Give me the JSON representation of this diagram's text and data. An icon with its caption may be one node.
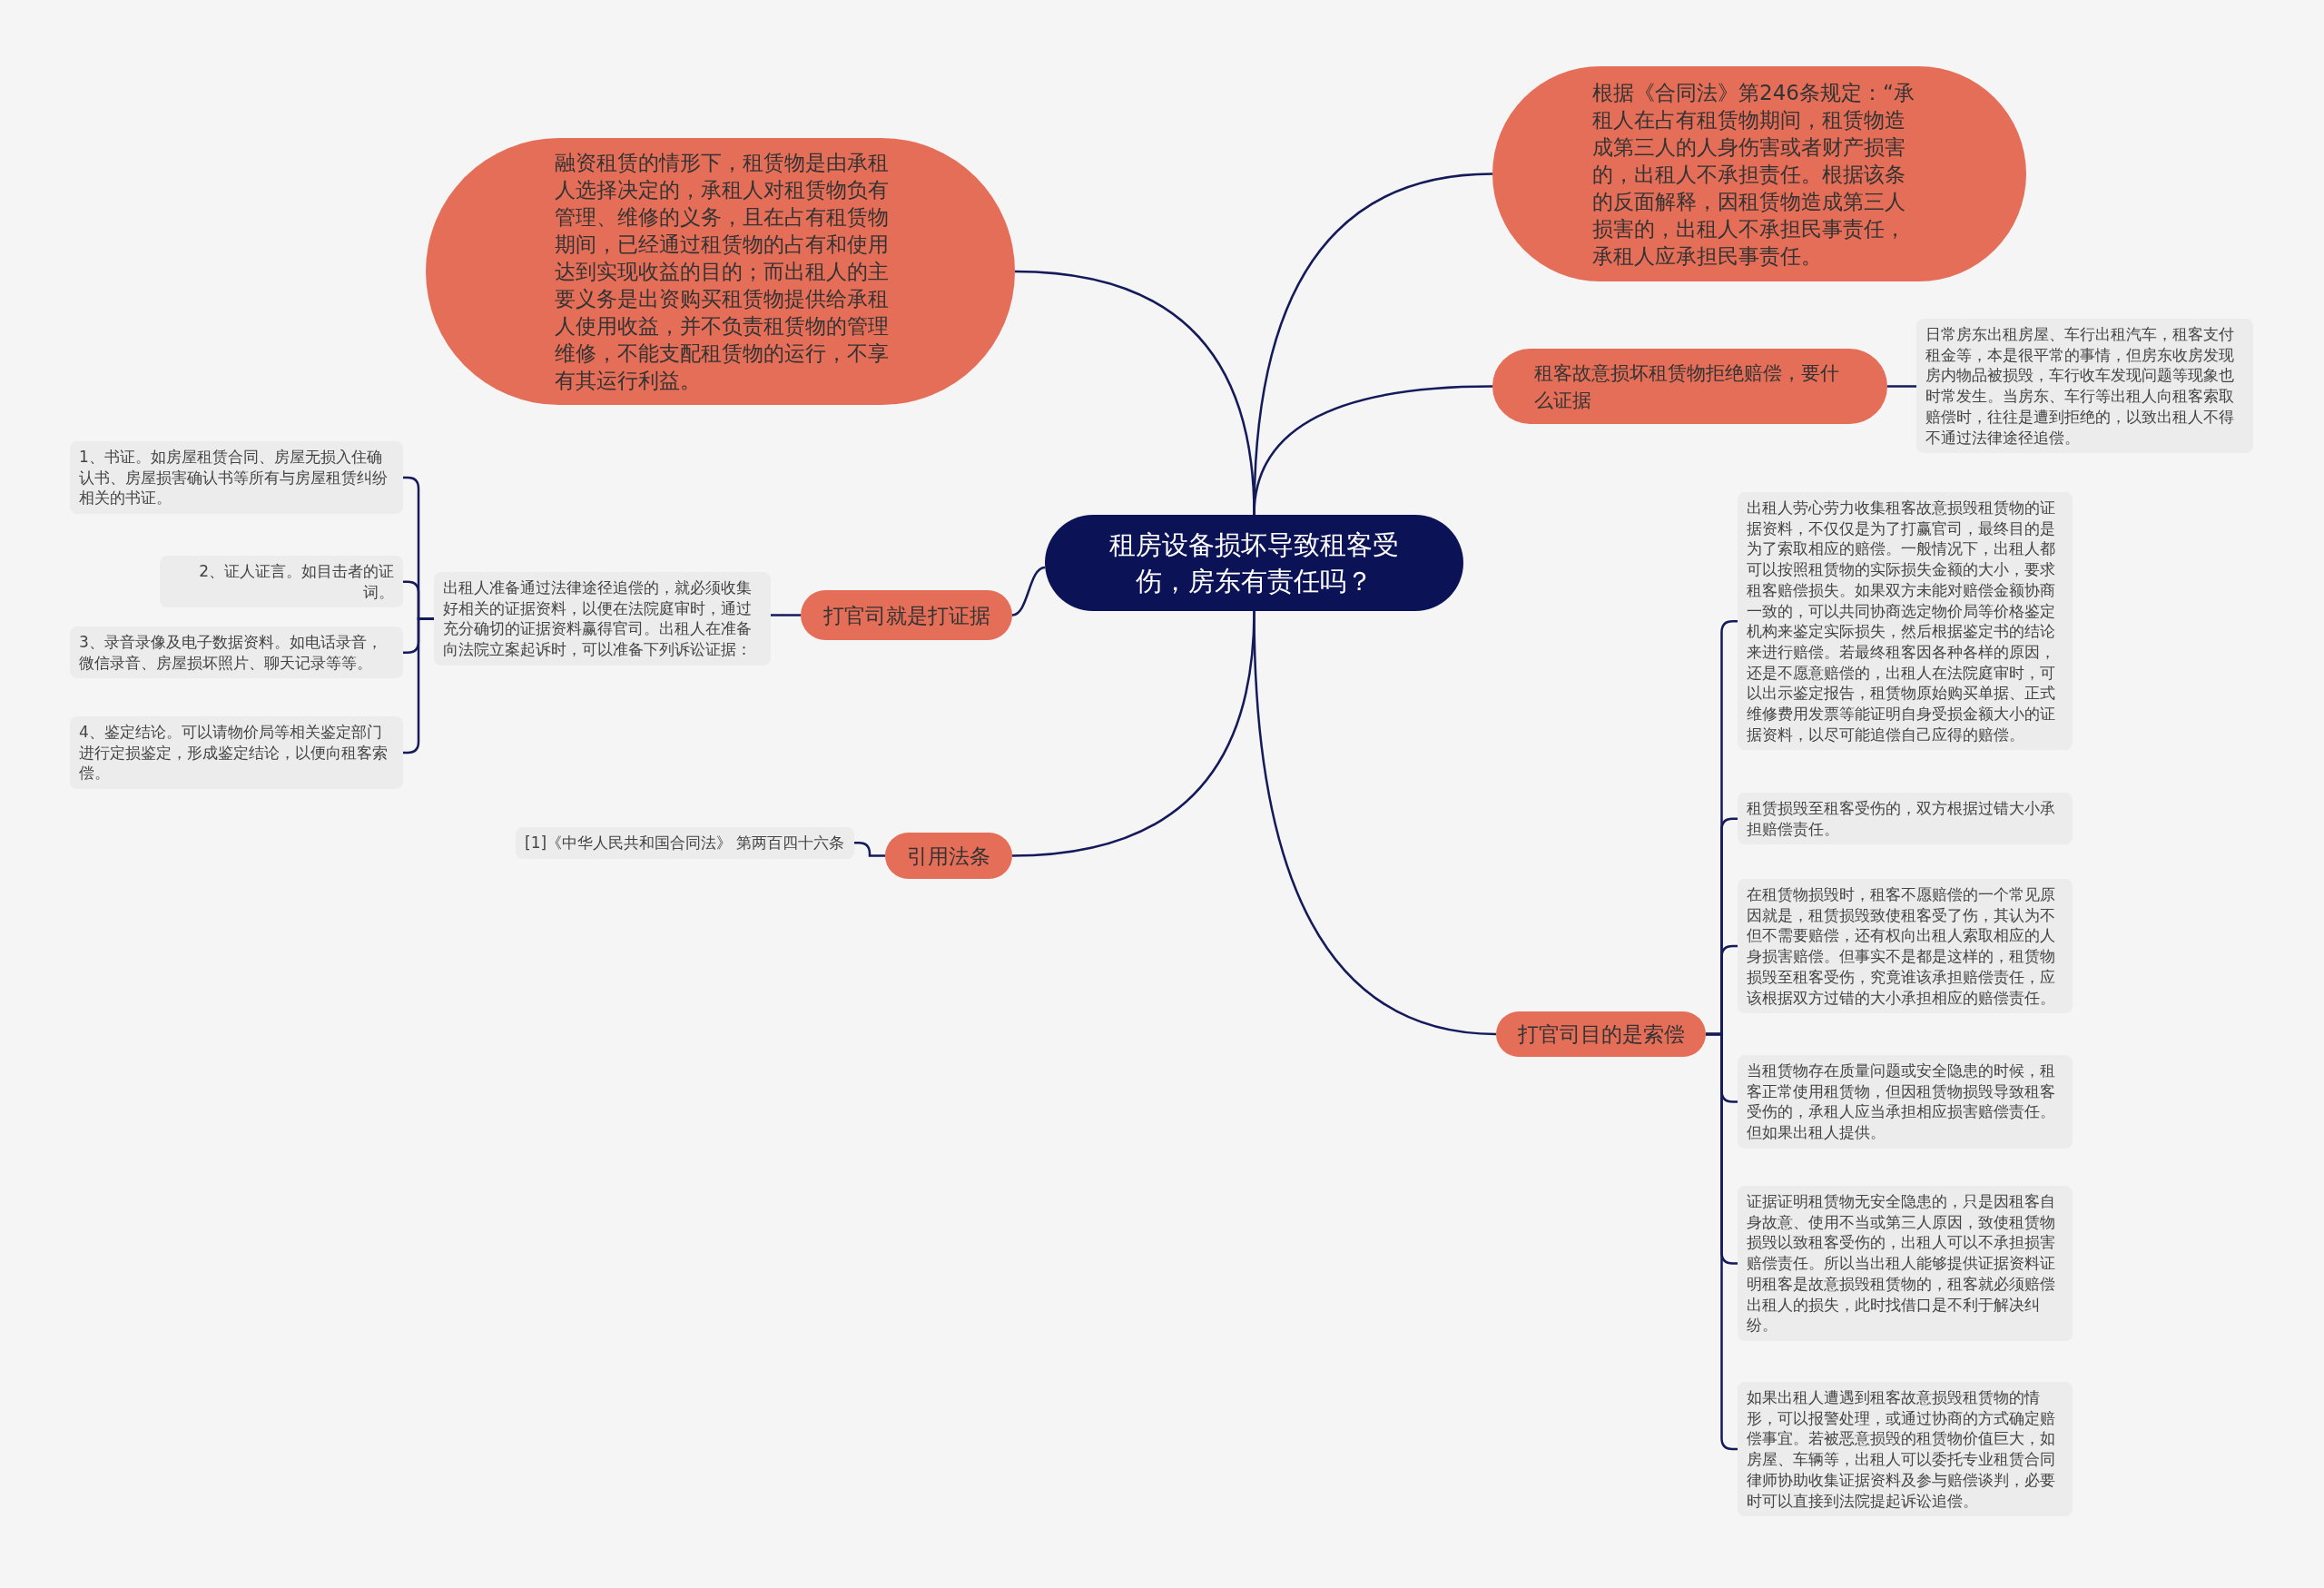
{
  "diagram": {
    "nodes": [
      {
        "text": [
          "租房设备损坏导致租客受伤，房东有责任吗？"
        ]
      },
      {
        "text": [
          "融资租赁的情形下，租赁物是由承租人选择决定的，承租人对租赁物负有管理、维修的义务，且在占有租赁物期间，已经通过租赁物的占有和使用达到实现收益的目的；而出租人的主要义务是出资购买租赁物提供给承租人使用收益，并不负责租赁物的管理维修，不能支配租赁物的运行，不享有其运行利益。"
        ]
      },
      {
        "text": [
          "根据《合同法》第246条规定：“承租人在占有租赁物期间，租赁物造成第三人的人身伤害或者财产损害的，出租人不承担责任。根据该条的反面解释，因租赁物造成第三人损害的，出租人不承担民事责任，承租人应承担民事责任。"
        ]
      },
      {
        "text": [
          "租客故意损坏租赁物拒绝赔偿，要什么证据"
        ]
      },
      {
        "text": [
          "日常房东出租房屋、车行出租汽车，租客支付租金等，本是很平常的事情，但房东收房发现房内物品被损毁，车行收车发现问题等现象也时常发生。当房东、车行等出租人向租客索取赔偿时，往往是遭到拒绝的，以致出租人不得不通过法律途径追偿。"
        ]
      },
      {
        "text": [
          "打官司就是打证据"
        ]
      },
      {
        "text": [
          "出租人准备通过法律途径追偿的，就必须收集好相关的证据资料，以便在法院庭审时，通过充分确切的证据资料赢得官司。出租人在准备向法院立案起诉时，可以准备下列诉讼证据："
        ]
      },
      {
        "text": [
          "1、书证。如房屋租赁合同、房屋无损入住确认书、房屋损害确认书等所有与房屋租赁纠纷相关的书证。"
        ]
      },
      {
        "text": [
          "2、证人证言。如目击者的证词。"
        ]
      },
      {
        "text": [
          "3、录音录像及电子数据资料。如电话录音，微信录音、房屋损坏照片、聊天记录等等。"
        ]
      },
      {
        "text": [
          "4、鉴定结论。可以请物价局等相关鉴定部门进行定损鉴定，形成鉴定结论，以便向租客索偿。"
        ]
      },
      {
        "text": [
          "引用法条"
        ]
      },
      {
        "text": [
          "[1]《中华人民共和国合同法》 第两百四十六条"
        ]
      },
      {
        "text": [
          "打官司目的是索偿"
        ]
      },
      {
        "text": [
          "出租人劳心劳力收集租客故意损毁租赁物的证据资料，不仅仅是为了打赢官司，最终目的是为了索取相应的赔偿。一般情况下，出租人都可以按照租赁物的实际损失金额的大小，要求租客赔偿损失。如果双方未能对赔偿金额协商一致的，可以共同协商选定物价局等价格鉴定机构来鉴定实际损失，然后根据鉴定书的结论来进行赔偿。若最终租客因各种各样的原因，还是不愿意赔偿的，出租人在法院庭审时，可以出示鉴定报告，租赁物原始购买单据、正式维修费用发票等能证明自身受损金额大小的证据资料，以尽可能追偿自己应得的赔偿。"
        ]
      },
      {
        "text": [
          "租赁损毁至租客受伤的，双方根据过错大小承担赔偿责任。"
        ]
      },
      {
        "text": [
          "在租赁物损毁时，租客不愿赔偿的一个常见原因就是，租赁损毁致使租客受了伤，其认为不但不需要赔偿，还有权向出租人索取相应的人身损害赔偿。但事实不是都是这样的，租赁物损毁至租客受伤，究竟谁该承担赔偿责任，应该根据双方过错的大小承担相应的赔偿责任。"
        ]
      },
      {
        "text": [
          "当租赁物存在质量问题或安全隐患的时候，租客正常使用租赁物，但因租赁物损毁导致租客受伤的，承租人应当承担相应损害赔偿责任。但如果出租人提供。"
        ]
      },
      {
        "text": [
          "证据证明租赁物无安全隐患的，只是因租客自身故意、使用不当或第三人原因，致使租赁物损毁以致租客受伤的，出租人可以不承担损害赔偿责任。所以当出租人能够提供证据资料证明租客是故意损毁租赁物的，租客就必须赔偿出租人的损失，此时找借口是不利于解决纠纷。"
        ]
      },
      {
        "text": [
          "如果出租人遭遇到租客故意损毁租赁物的情形，可以报警处理，或通过协商的方式确定赔偿事宜。若被恶意损毁的租赁物价值巨大，如房屋、车辆等，出租人可以委托专业租赁合同律师协助收集证据资料及参与赔偿谈判，必要时可以直接到法院提起诉讼追偿。"
        ]
      }
    ],
    "edges": [
      {
        "from": 0,
        "to": 1,
        "arrow": "none"
      },
      {
        "from": 0,
        "to": 2,
        "arrow": "none"
      },
      {
        "from": 0,
        "to": 3,
        "arrow": "none"
      },
      {
        "from": 3,
        "to": 4,
        "arrow": "none"
      },
      {
        "from": 0,
        "to": 5,
        "arrow": "none"
      },
      {
        "from": 5,
        "to": 6,
        "arrow": "none"
      },
      {
        "from": 6,
        "to": 7,
        "arrow": "none"
      },
      {
        "from": 6,
        "to": 8,
        "arrow": "none"
      },
      {
        "from": 6,
        "to": 9,
        "arrow": "none"
      },
      {
        "from": 6,
        "to": 10,
        "arrow": "none"
      },
      {
        "from": 0,
        "to": 11,
        "arrow": "none"
      },
      {
        "from": 11,
        "to": 12,
        "arrow": "none"
      },
      {
        "from": 0,
        "to": 13,
        "arrow": "none"
      },
      {
        "from": 13,
        "to": 14,
        "arrow": "none"
      },
      {
        "from": 13,
        "to": 15,
        "arrow": "none"
      },
      {
        "from": 13,
        "to": 16,
        "arrow": "none"
      },
      {
        "from": 13,
        "to": 17,
        "arrow": "none"
      },
      {
        "from": 13,
        "to": 18,
        "arrow": "none"
      },
      {
        "from": 13,
        "to": 19,
        "arrow": "none"
      }
    ]
  }
}
